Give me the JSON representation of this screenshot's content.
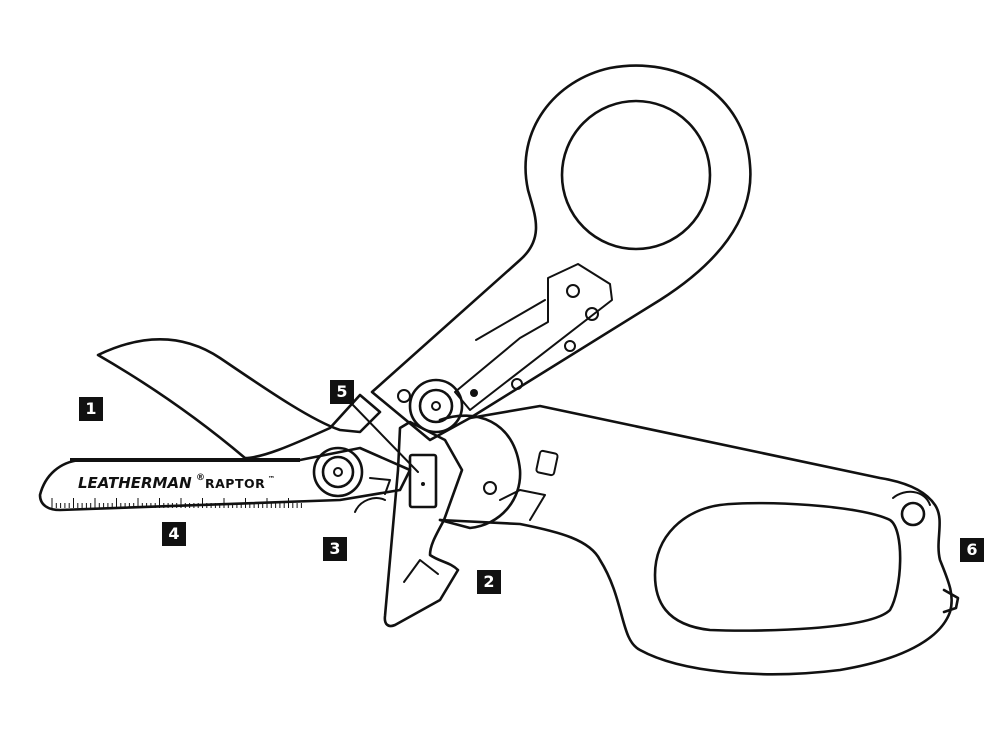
{
  "brand": {
    "name": "LEATHERMAN",
    "registered": "®",
    "model": "RAPTOR",
    "trademark": "™"
  },
  "callouts": [
    {
      "id": "1",
      "label": "1"
    },
    {
      "id": "2",
      "label": "2"
    },
    {
      "id": "3",
      "label": "3"
    },
    {
      "id": "4",
      "label": "4"
    },
    {
      "id": "5",
      "label": "5"
    },
    {
      "id": "6",
      "label": "6"
    }
  ]
}
